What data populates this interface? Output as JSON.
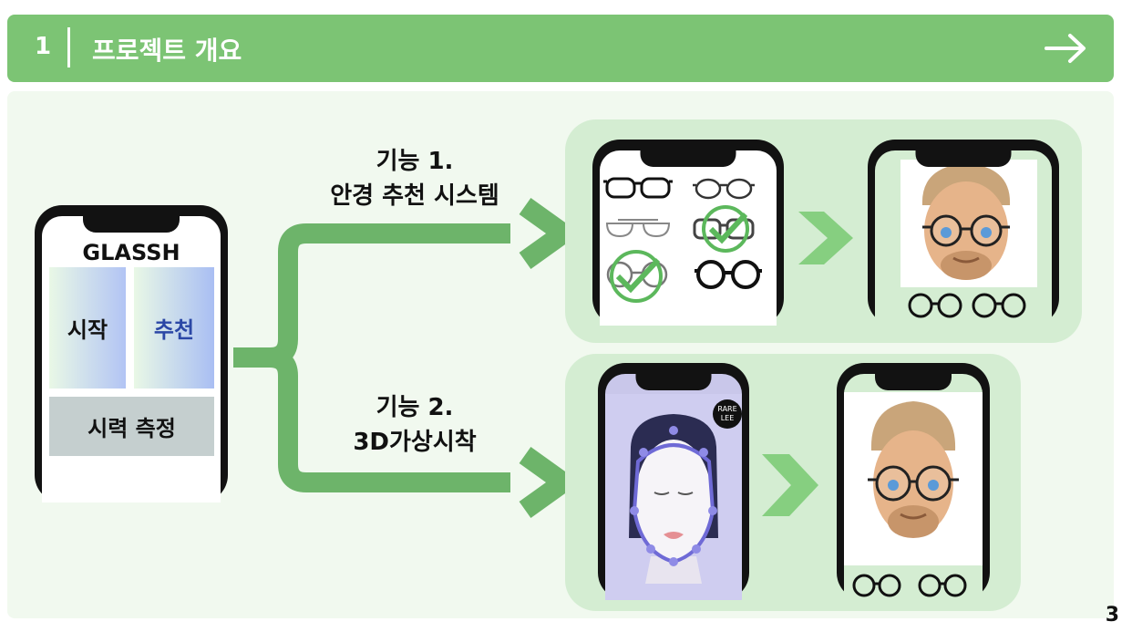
{
  "header": {
    "number": "1",
    "title": "프로젝트 개요",
    "arrow_icon": "right-arrow-icon"
  },
  "app": {
    "name": "GLASSH",
    "tiles": {
      "start": "시작",
      "recommend": "추천",
      "vision": "시력 측정"
    }
  },
  "features": [
    {
      "line1": "기능 1.",
      "line2": "안경 추천 시스템"
    },
    {
      "line1": "기능 2.",
      "line2": "3D가상시착"
    }
  ],
  "brand_badge": "RARE LEE",
  "page_number": "3",
  "colors": {
    "header": "#7cc474",
    "panel": "#f1f9ef",
    "box": "#d4edd2",
    "arrow": "#6db46a",
    "chevron": "#86cf80",
    "check": "#5cb85c"
  }
}
